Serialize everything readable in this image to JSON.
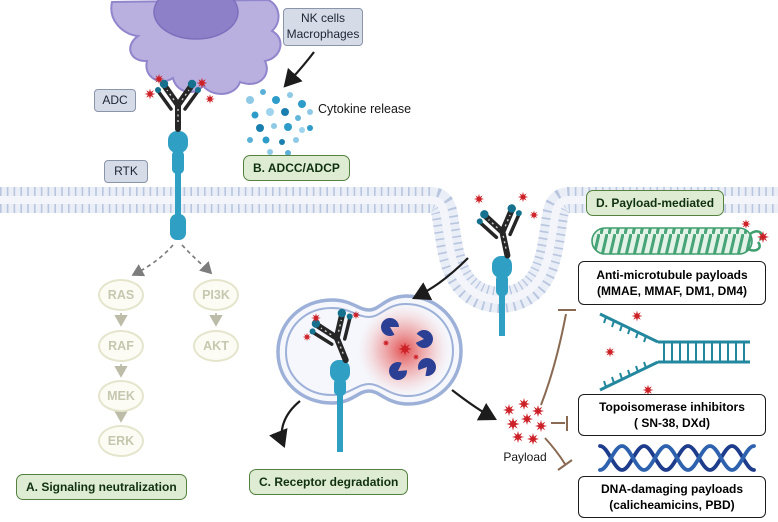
{
  "figure": {
    "immune_box": {
      "line1": "NK cells",
      "line2": "Macrophages"
    },
    "adc_label": "ADC",
    "rtk_label": "RTK",
    "cytokine_release_label": "Cytokine release",
    "panels": {
      "a": "A. Signaling neutralization",
      "b": "B. ADCC/ADCP",
      "c": "C. Receptor degradation",
      "d": "D. Payload-mediated"
    },
    "pathway": {
      "ras": "RAS",
      "pi3k": "PI3K",
      "raf": "RAF",
      "akt": "AKT",
      "mek": "MEK",
      "erk": "ERK"
    },
    "payload_label": "Payload",
    "payload_boxes": {
      "anti_microtubule": {
        "line1": "Anti-microtubule payloads",
        "line2": "(MMAE, MMAF, DM1, DM4)"
      },
      "topoisomerase": {
        "line1": "Topoisomerase inhibitors",
        "line2": "( SN-38,  DXd)"
      },
      "dna_damaging": {
        "line1": "DNA-damaging payloads",
        "line2": "(calicheamicins, PBD)"
      }
    },
    "colors": {
      "panel_green_bg": "#ddecd3",
      "panel_green_border": "#55813f",
      "gray_box_bg": "#d6dbe8",
      "receptor_teal": "#2f9fc4",
      "payload_red": "#cc2127",
      "cell_purple": "#b9b0e0",
      "membrane_blue": "#b4c1dc",
      "microtubule_green": "#46a478",
      "fork_teal": "#23889e",
      "dna_navy": "#1d3c8c"
    }
  }
}
